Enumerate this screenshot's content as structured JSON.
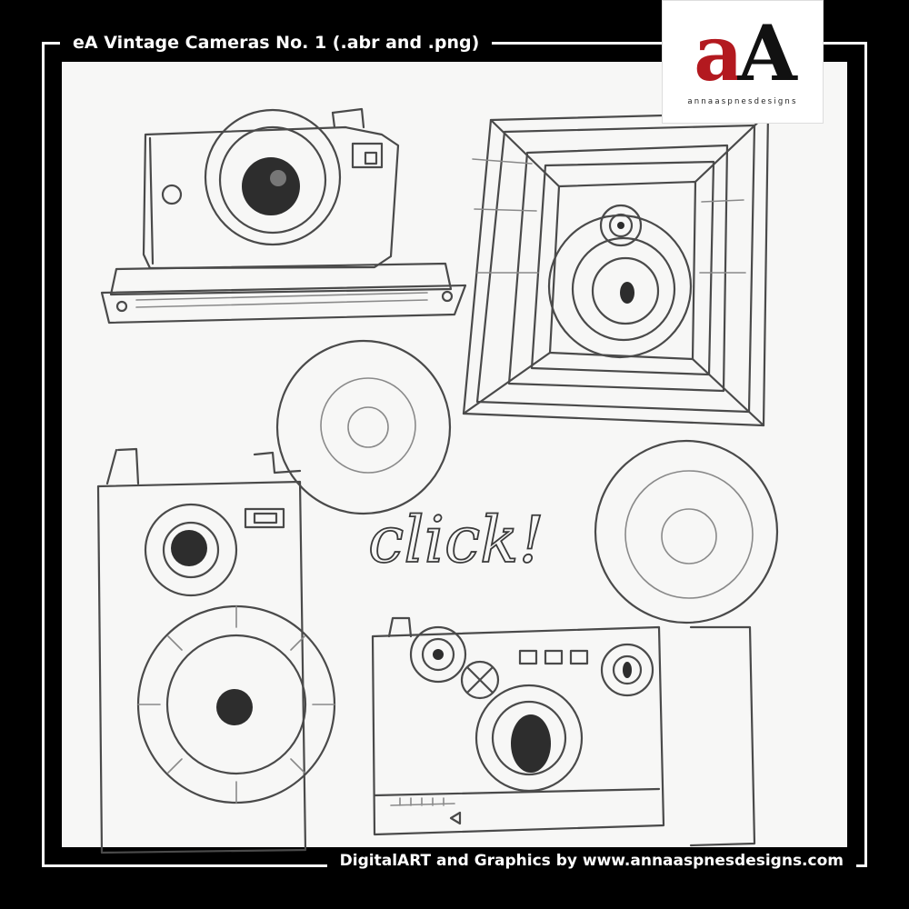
{
  "title": "eA Vintage Cameras No. 1 (.abr and .png)",
  "credit": "DigitalART and Graphics by www.annaaspnesdesigns.com",
  "logo": {
    "letter_small": "a",
    "letter_large": "A",
    "wordmark": "annaaspnesdesigns"
  },
  "sketch_word": "click!",
  "colors": {
    "background": "#000000",
    "paper": "#f7f7f6",
    "logo_red": "#b3191f",
    "pencil": "#4a4a4a"
  },
  "illustrations": [
    "instant-camera-sketch",
    "box-camera-sketch",
    "flash-camera-sketch",
    "rangefinder-camera-sketch",
    "flash-reflector-sketch"
  ]
}
